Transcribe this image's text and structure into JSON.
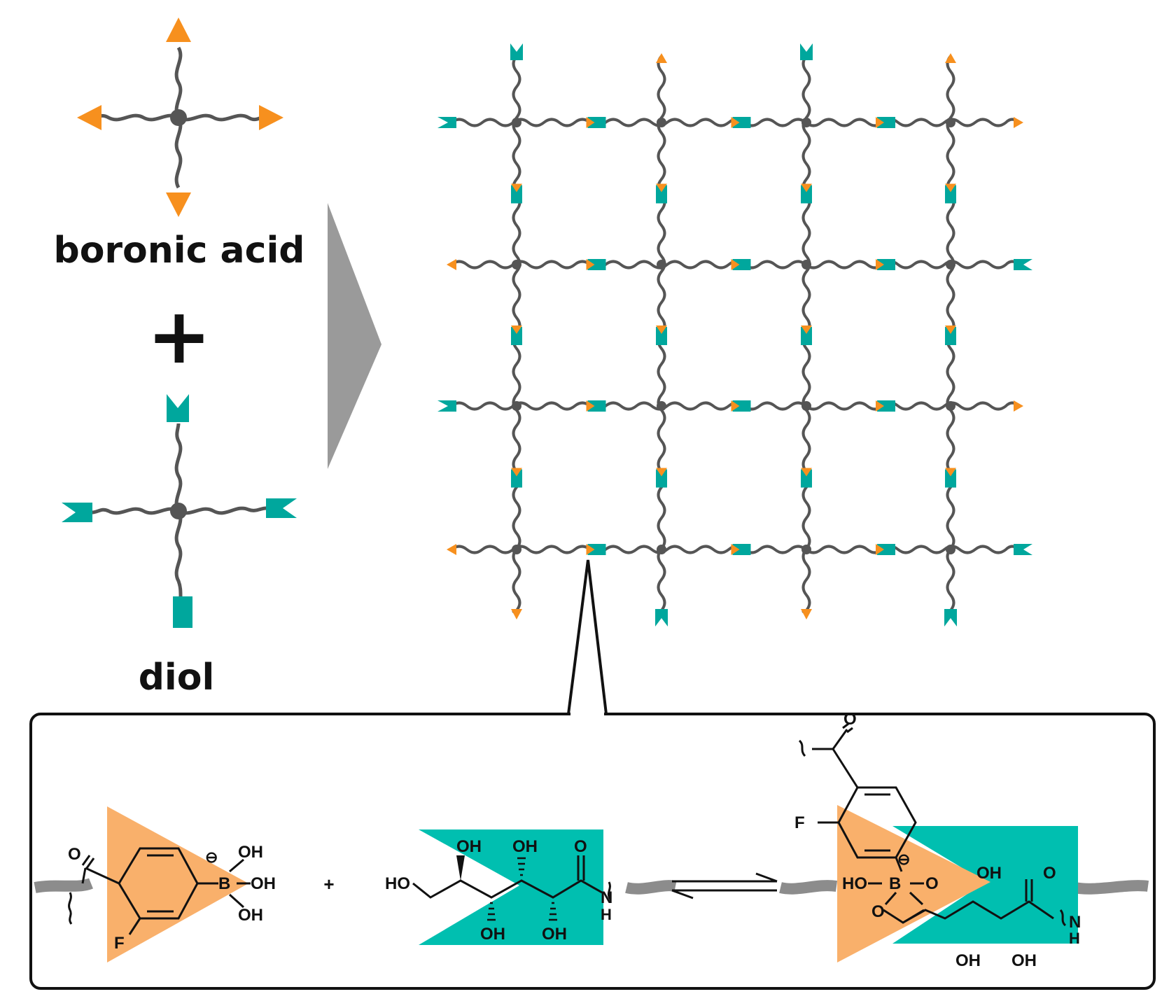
{
  "labels": {
    "monomer_a": "boronic acid",
    "plus": "+",
    "monomer_b": "diol"
  },
  "colors": {
    "boronic_acid": "#f7901e",
    "diol": "#00a79d",
    "backbone": "#555555",
    "arrow": "#9a9a9a",
    "highlight_orange": "#f9b06b",
    "highlight_teal": "#00bfb0",
    "polymer_band": "#8c8c8c"
  },
  "reaction": {
    "left": {
      "carbonyl_o": "O",
      "fluoro": "F",
      "charge": "⊖",
      "boron": "B",
      "oh_top": "OH",
      "oh_right": "OH",
      "oh_bottom": "OH"
    },
    "plus": "+",
    "middle": {
      "ho_left": "HO",
      "oh_1": "OH",
      "oh_2": "OH",
      "oh_3": "OH",
      "oh_4": "OH",
      "carbonyl_o": "O",
      "n": "N",
      "h": "H"
    },
    "right": {
      "carbonyl_o": "O",
      "fluoro": "F",
      "ho": "HO",
      "boron": "B",
      "charge": "⊖",
      "o_ring_1": "O",
      "o_ring_2": "O",
      "oh_1": "OH",
      "oh_2": "OH",
      "oh_3": "OH",
      "carbonyl_o2": "O",
      "n": "N",
      "h": "H"
    }
  }
}
